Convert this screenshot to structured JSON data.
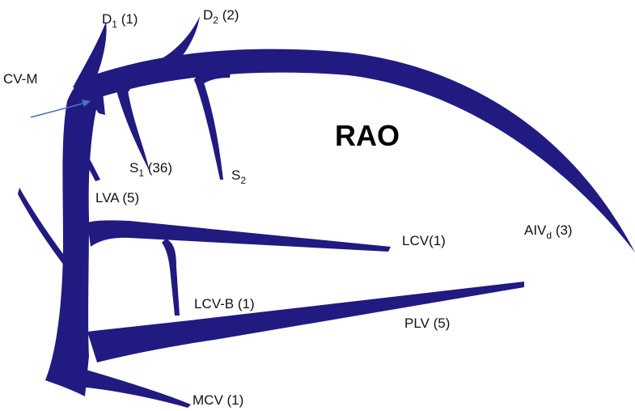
{
  "diagram": {
    "view_label": "RAO",
    "labels": {
      "d1": {
        "main": "D",
        "sub": "1",
        "tail": " (1)"
      },
      "d2": {
        "main": "D",
        "sub": "2",
        "tail": " (2)"
      },
      "cvm": "CV-M",
      "s1": {
        "main": "S",
        "sub": "1",
        "tail": " (36)"
      },
      "s2": {
        "main": "S",
        "sub": "2"
      },
      "lva": "LVA (5)",
      "lcv": "LCV(1)",
      "aivd": {
        "main": "AIV",
        "sub": "d",
        "tail": " (3)"
      },
      "lcvb": "LCV-B (1)",
      "plv": "PLV (5)",
      "mcv": "MCV (1)"
    },
    "colors": {
      "vein": "#211a80",
      "arrow": "#4a6fc4",
      "text": "#111111"
    }
  }
}
